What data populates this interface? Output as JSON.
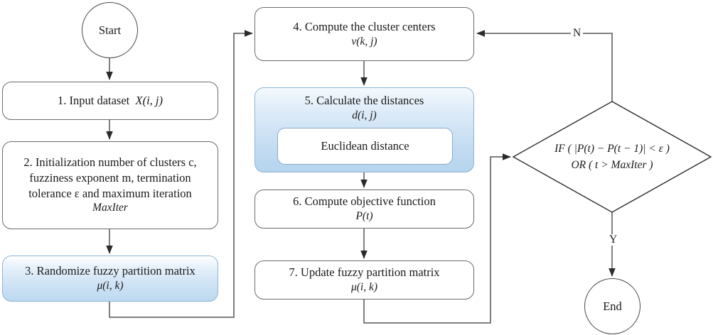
{
  "diagram": {
    "title": "Fuzzy C-Means clustering algorithm flowchart",
    "type": "flowchart",
    "accent_blue": "#bcd9f0",
    "border_gray": "#6b6b6b"
  },
  "nodes": {
    "start": {
      "label": "Start",
      "shape": "circle"
    },
    "end": {
      "label": "End",
      "shape": "circle"
    },
    "step1": {
      "line1": "1. Input dataset",
      "line1b": "X(i, j)",
      "shape": "rounded-rect"
    },
    "step2": {
      "line1": "2. Initialization number of clusters c,",
      "line2": "fuzziness exponent m, termination",
      "line3": "tolerance ε and maximum iteration",
      "line4": "MaxIter",
      "shape": "rounded-rect"
    },
    "step3": {
      "line1": "3. Randomize fuzzy partition matrix",
      "line2": "μ(i, k)",
      "shape": "rounded-rect",
      "highlighted": "true"
    },
    "step4": {
      "line1": "4. Compute the cluster centers",
      "line2": "v(k, j)",
      "shape": "rounded-rect"
    },
    "step5": {
      "line1": "5. Calculate the distances",
      "line2": "d(i, j)",
      "inner": "Euclidean distance",
      "shape": "rounded-rect",
      "highlighted": "true"
    },
    "step6": {
      "line1": "6. Compute objective function",
      "line2": "P(t)",
      "shape": "rounded-rect"
    },
    "step7": {
      "line1": "7. Update fuzzy partition matrix",
      "line2": "μ(i, k)",
      "shape": "rounded-rect"
    },
    "decision": {
      "line1": "IF ( |P(t) − P(t − 1)| < ε )",
      "line2": "OR ( t > MaxIter )",
      "shape": "diamond"
    }
  },
  "edge_labels": {
    "no": "N",
    "yes": "Y"
  },
  "flow": [
    "Start → 1",
    "1 → 2",
    "2 → 3",
    "3 → 4 (loop right/up)",
    "4 → 5",
    "5 → 6",
    "6 → 7",
    "7 → decision (loop right/up)",
    "decision → N → 4",
    "decision → Y → End"
  ]
}
